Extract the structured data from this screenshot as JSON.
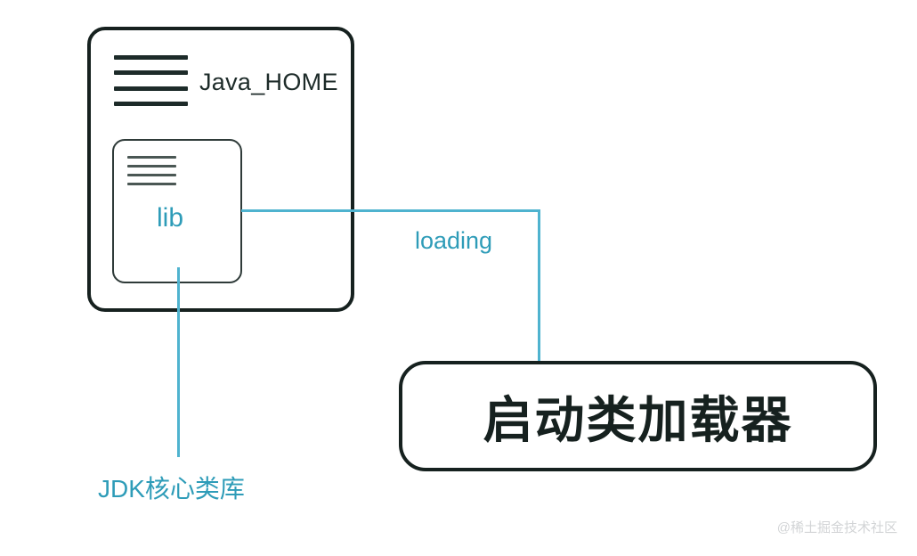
{
  "diagram": {
    "title": "JVM Bootstrap ClassLoader loading JDK core class library",
    "background_color": "#ffffff",
    "accent_color": "#2e9cb8",
    "line_color": "#4fb3cf",
    "outline_color": "#16211f"
  },
  "java_home_box": {
    "label": "Java_HOME",
    "icon": "list-lines-icon",
    "line_count": 4
  },
  "lib_box": {
    "label": "lib",
    "icon": "list-lines-icon",
    "line_count": 4,
    "color": "#2e9cb8"
  },
  "connectors": {
    "loading": {
      "label": "loading",
      "color": "#2e9cb8",
      "from": "lib",
      "to": "bootstrap-classloader"
    },
    "jdk_core": {
      "label": "JDK核心类库",
      "color": "#2e9cb8",
      "from": "lib"
    }
  },
  "bootstrap_loader_box": {
    "label": "启动类加载器"
  },
  "watermark": {
    "text": "@稀土掘金技术社区"
  }
}
